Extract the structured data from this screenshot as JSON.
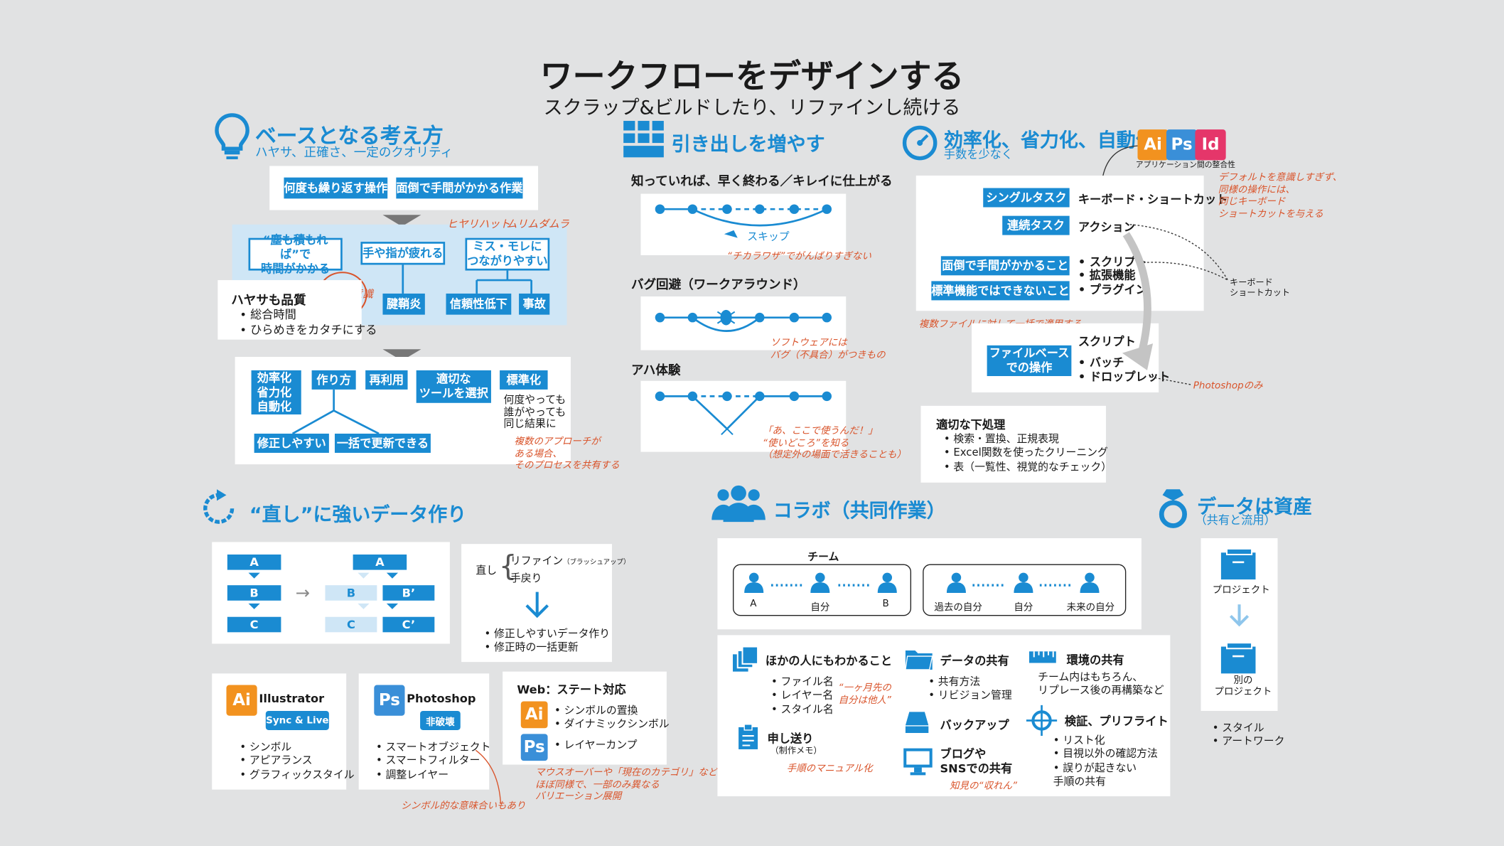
{
  "header": {
    "title": "ワークフローをデザインする",
    "subtitle": "スクラップ&ビルドしたり、リファインし続ける"
  },
  "base": {
    "title": "ベースとなる考え方",
    "subtitle": "ハヤサ、正確さ、一定のクオリティ",
    "top": [
      "何度も繰り返す操作",
      "面倒で手間がかかる作業"
    ],
    "mid": [
      "“塵も積もれば”で\n時間がかかる",
      "手や指が疲れる",
      "ミス・モレに\nつながりやすい"
    ],
    "bottom": [
      "腱鞘炎",
      "信頼性低下",
      "事故"
    ],
    "note_hiyari": "ヒヤリハット",
    "note_muri": "ムリムダムラ",
    "note_cost": "コスト意識",
    "speed_title": "ハヤサも品質",
    "speed_items": [
      "総合時間",
      "ひらめきをカタチにする"
    ],
    "res_list": [
      "効率化",
      "省力化",
      "自動化"
    ],
    "res": [
      "作り方",
      "再利用",
      "適切な\nツールを選択",
      "標準化"
    ],
    "res_leaf": [
      "修正しやすい",
      "一括で更新できる"
    ],
    "std_text": "何度やっても\n誰がやっても\n同じ結果に",
    "note_multi": "複数のアプローチが\nある場合、\nそのプロセスを共有する"
  },
  "drawers": {
    "title": "引き出しを増やす",
    "heading": "知っていれば、早く終わる／キレイに仕上がる",
    "skip_label": "スキップ",
    "skip_note": "“チカラワザ”でがんばりすぎない",
    "bug_title": "バグ回避（ワークアラウンド）",
    "bug_note": "ソフトウェアには\nバグ（不具合）がつきもの",
    "aha_title": "アハ体験",
    "aha_note": "「あ、ここで使うんだ！」\n“使いどころ”を知る\n（想定外の場面で活きることも）"
  },
  "eff": {
    "title": "効率化、省力化、自動化",
    "subtitle": "手数を少なく",
    "apps": [
      "Ai",
      "Ps",
      "Id"
    ],
    "app_caption": "アプリケーション間の整合性",
    "rows": [
      {
        "label": "シングルタスク",
        "value": "キーボード・ショートカット"
      },
      {
        "label": "連続タスク",
        "value": "アクション"
      },
      {
        "label": "面倒で手間がかかること",
        "value": ""
      },
      {
        "label": "標準機能ではできないこと",
        "value": ""
      }
    ],
    "script_list": [
      "スクリプト",
      "拡張機能",
      "プラグイン"
    ],
    "kb_note": "キーボード\nショートカット",
    "default_note": "デフォルトを意識しすぎず、\n同様の操作には、\n同じキーボード\nショートカットを与える",
    "multi_note": "複数ファイルに対して一括で適用する",
    "file_label": "ファイルベース\nでの操作",
    "file_title": "スクリプト",
    "file_list": [
      "バッチ",
      "ドロップレット"
    ],
    "ps_only": "Photoshopのみ",
    "pre_title": "適切な下処理",
    "pre_list": [
      "検索・置換、正規表現",
      "Excel関数を使ったクリーニング",
      "表（一覧性、視覚的なチェック）"
    ]
  },
  "fix": {
    "title": "“直し”に強いデータ作り",
    "blocks": [
      "A",
      "B",
      "C"
    ],
    "blocks2": [
      "A",
      "B",
      "C",
      "B’",
      "C’"
    ],
    "naoshi": "直し",
    "naoshi_items": [
      "リファイン",
      "手戻り"
    ],
    "brushup": "（ブラッシュアップ）",
    "naoshi_list": [
      "修正しやすいデータ作り",
      "修正時の一括更新"
    ],
    "ai_name": "Illustrator",
    "ai_badge": "Sync & Live",
    "ai_list": [
      "シンボル",
      "アピアランス",
      "グラフィックスタイル"
    ],
    "ps_name": "Photoshop",
    "ps_badge": "非破壊",
    "ps_list": [
      "スマートオブジェクト",
      "スマートフィルター",
      "調整レイヤー"
    ],
    "web_title": "Web：ステート対応",
    "web_ai_list": [
      "シンボルの置換",
      "ダイナミックシンボル"
    ],
    "web_ps_list": [
      "レイヤーカンプ"
    ],
    "web_note": "マウスオーバーや「現在のカテゴリ」など、\nほぼ同様で、一部のみ異なる\nバリエーション展開",
    "sym_note": "シンボル的な意味合いもあり"
  },
  "collab": {
    "title": "コラボ（共同作業）",
    "team": "チーム",
    "team_a": [
      "A",
      "自分",
      "B"
    ],
    "team_b": [
      "過去の自分",
      "自分",
      "未来の自分"
    ],
    "others_title": "ほかの人にもわかること",
    "others_list": [
      "ファイル名",
      "レイヤー名",
      "スタイル名"
    ],
    "others_note": "“一ヶ月先の\n自分は他人”",
    "handover_title": "申し送り",
    "handover_sub": "（制作メモ）",
    "handover_note": "手順のマニュアル化",
    "data_title": "データの共有",
    "data_list": [
      "共有方法",
      "リビジョン管理"
    ],
    "backup_title": "バックアップ",
    "blog_title": "ブログや\nSNSでの共有",
    "blog_note": "知見の“収れん”",
    "env_title": "環境の共有",
    "env_text": "チーム内はもちろん、\nリプレース後の再構築など",
    "verify_title": "検証、プリフライト",
    "verify_list": [
      "リスト化",
      "目視以外の確認方法",
      "誤りが起きない\n手順の共有"
    ]
  },
  "asset": {
    "title": "データは資産",
    "subtitle": "（共有と流用）",
    "project": "プロジェクト",
    "other_project": "別の\nプロジェクト",
    "list": [
      "スタイル",
      "アートワーク"
    ]
  },
  "colors": {
    "accent": "#1a8bd2",
    "light": "#cfe6f6",
    "bg": "#e1e2e3",
    "note": "#d9542b",
    "ai": "#f2921f",
    "ps": "#3a8fd8",
    "id": "#e5366a"
  }
}
